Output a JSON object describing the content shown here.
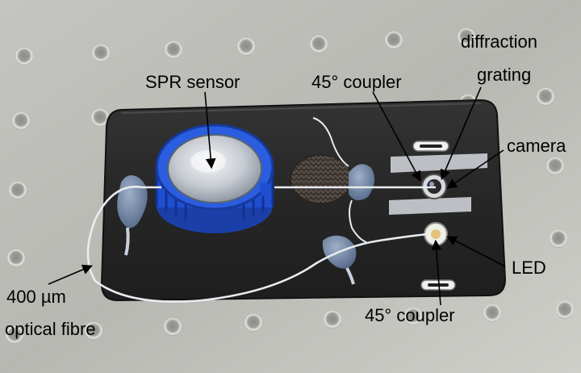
{
  "labels": {
    "spr_sensor": "SPR sensor",
    "coupler_top": "45° coupler",
    "diffraction_line1": "diffraction",
    "diffraction_line2": "grating",
    "camera": "camera",
    "led": "LED",
    "coupler_bottom": "45° coupler",
    "fibre_line1": "400 µm",
    "fibre_line2": "optical fibre"
  },
  "colors": {
    "breadboard": "#b9b9b5",
    "phone_body": "#262626",
    "cap_blue": "#1f4fd1",
    "epoxy": "#6f86a8",
    "tape": "#c9ccd0",
    "label_text": "#000000"
  }
}
